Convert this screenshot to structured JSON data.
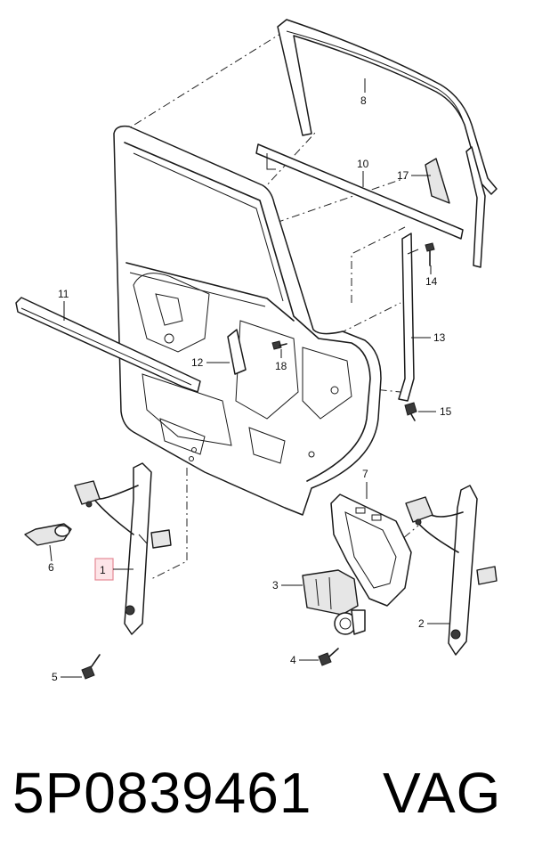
{
  "diagram": {
    "callouts": [
      {
        "id": "1",
        "label": "1",
        "highlighted": true
      },
      {
        "id": "2",
        "label": "2"
      },
      {
        "id": "3",
        "label": "3"
      },
      {
        "id": "4",
        "label": "4"
      },
      {
        "id": "5",
        "label": "5"
      },
      {
        "id": "6",
        "label": "6"
      },
      {
        "id": "7",
        "label": "7"
      },
      {
        "id": "8",
        "label": "8"
      },
      {
        "id": "10",
        "label": "10"
      },
      {
        "id": "11",
        "label": "11"
      },
      {
        "id": "12",
        "label": "12"
      },
      {
        "id": "13",
        "label": "13"
      },
      {
        "id": "14",
        "label": "14"
      },
      {
        "id": "15",
        "label": "15"
      },
      {
        "id": "17",
        "label": "17"
      },
      {
        "id": "18",
        "label": "18"
      }
    ],
    "highlight_color": "#fde5e8"
  },
  "footer": {
    "part_number": "5P0839461",
    "brand": "VAG"
  }
}
